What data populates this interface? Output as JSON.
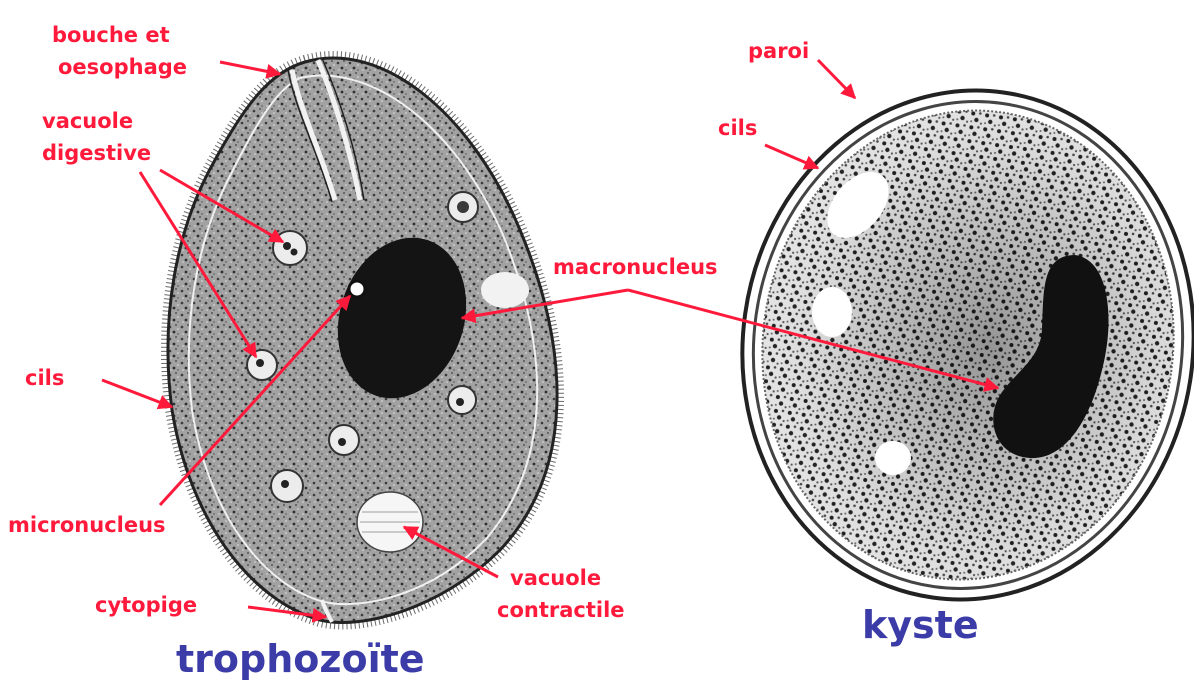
{
  "colors": {
    "label": "#ff1a3c",
    "title": "#3c3ca8",
    "cell_fill": "#9a9a9a",
    "nucleus": "#141414"
  },
  "labels": {
    "bouche_line1": "bouche et",
    "bouche_line2": "oesophage",
    "vacuole_dig_line1": "vacuole",
    "vacuole_dig_line2": "digestive",
    "cils_left": "cils",
    "micronucleus": "micronucleus",
    "cytopige": "cytopige",
    "macronucleus": "macronucleus",
    "vacuole_con_line1": "vacuole",
    "vacuole_con_line2": "contractile",
    "paroi": "paroi",
    "cils_right": "cils"
  },
  "titles": {
    "trophozoite": "trophozoïte",
    "kyste": "kyste"
  }
}
